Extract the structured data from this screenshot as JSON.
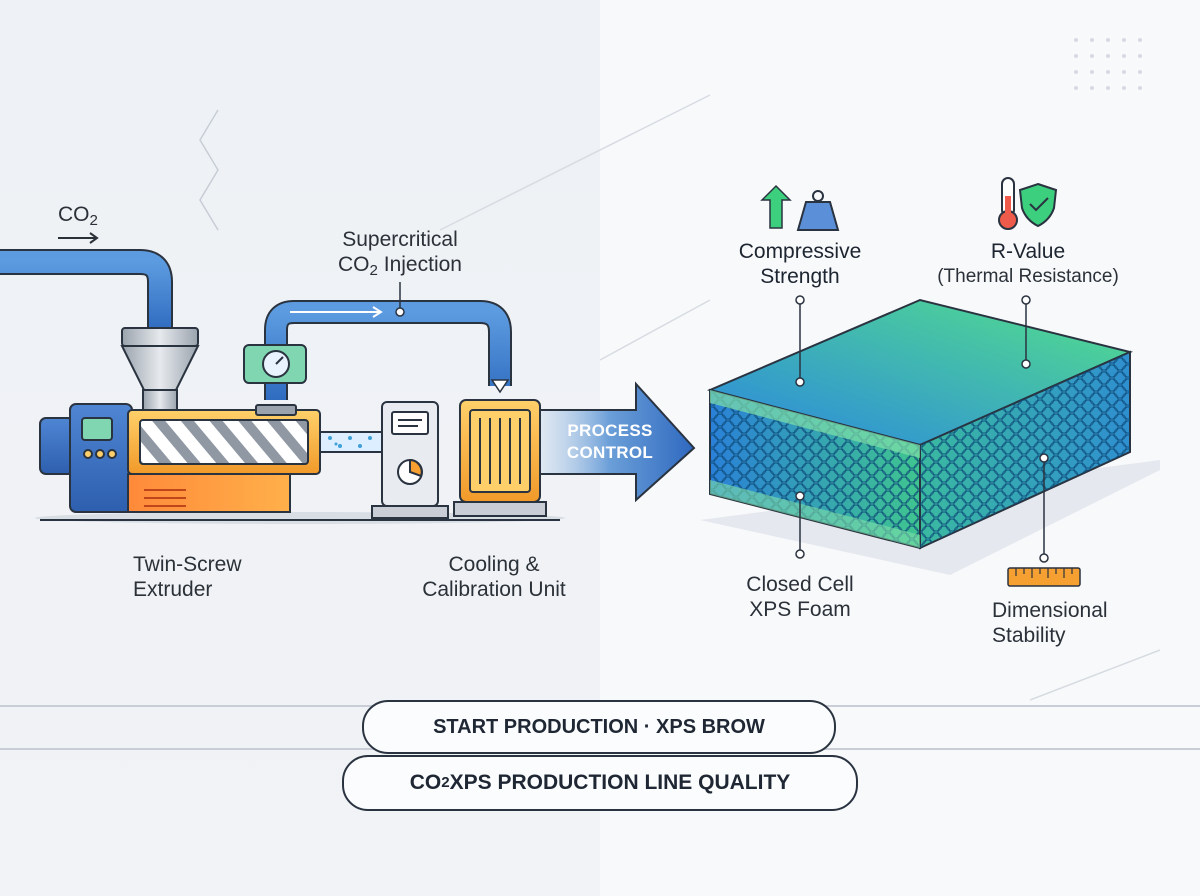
{
  "labels": {
    "co2_inlet": "CO",
    "co2_inlet_sub": "2",
    "injection_line1": "Supercritical",
    "injection_line2_pre": "CO",
    "injection_line2_sub": "2",
    "injection_line2_post": " Injection",
    "extruder_line1": "Twin-Screw",
    "extruder_line2": "Extruder",
    "cooling_line1": "Cooling &",
    "cooling_line2": "Calibration Unit",
    "process_line1": "PROCESS",
    "process_line2": "CONTROL",
    "compressive_line1": "Compressive",
    "compressive_line2": "Strength",
    "rvalue_line1": "R-Value",
    "rvalue_line2": "(Thermal Resistance)",
    "foam_line1": "Closed Cell",
    "foam_line2": "XPS Foam",
    "dimensional_line1": "Dimensional",
    "dimensional_line2": "Stability"
  },
  "banners": {
    "start": "START PRODUCTION · XPS BROW",
    "quality_pre": "CO",
    "quality_sub": "2",
    "quality_post": " XPS PRODUCTION LINE QUALITY"
  },
  "icons": [
    "arrow-right-icon",
    "pressure-gauge-icon",
    "up-arrow-icon",
    "weight-icon",
    "thermometer-icon",
    "shield-check-icon",
    "ruler-icon",
    "display-screen-icon",
    "pie-gauge-icon"
  ],
  "colors": {
    "pipe_blue": "#3f7fd0",
    "extruder_orange": "#f5a030",
    "foam_green": "#42cf8a",
    "foam_blue": "#2a8fd6",
    "arrow_blue": "#3a74c2",
    "outline": "#2a3340"
  }
}
